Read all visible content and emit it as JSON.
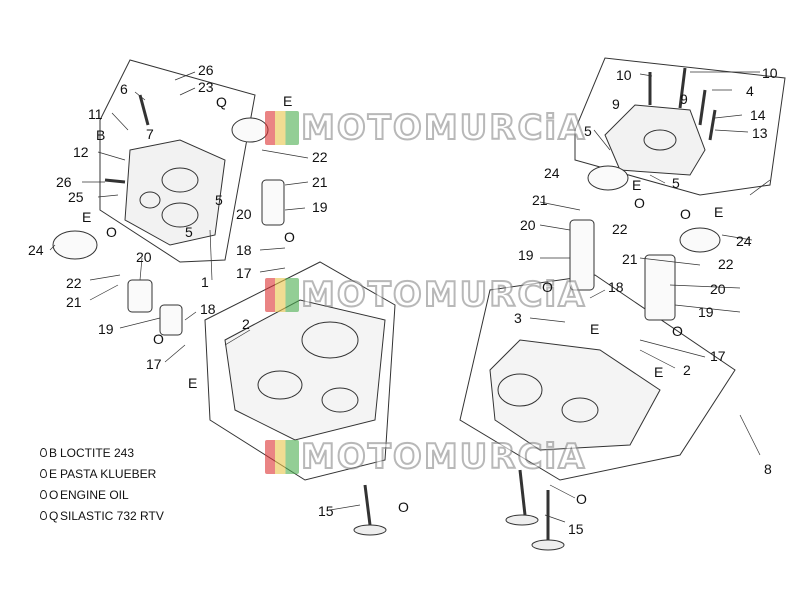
{
  "watermark": "MOTOMURCiA",
  "callouts": [
    {
      "id": "c26a",
      "label": "26"
    },
    {
      "id": "c23",
      "label": "23"
    },
    {
      "id": "c6",
      "label": "6"
    },
    {
      "id": "cQ1",
      "label": "Q"
    },
    {
      "id": "cE1",
      "label": "E"
    },
    {
      "id": "c11",
      "label": "11"
    },
    {
      "id": "cB",
      "label": "B"
    },
    {
      "id": "c7",
      "label": "7"
    },
    {
      "id": "c12",
      "label": "12"
    },
    {
      "id": "c22a",
      "label": "22"
    },
    {
      "id": "c21a",
      "label": "21"
    },
    {
      "id": "c26b",
      "label": "26"
    },
    {
      "id": "c25",
      "label": "25"
    },
    {
      "id": "c5a",
      "label": "5"
    },
    {
      "id": "c20a",
      "label": "20"
    },
    {
      "id": "c19a",
      "label": "19"
    },
    {
      "id": "cE2",
      "label": "E"
    },
    {
      "id": "cO1",
      "label": "O"
    },
    {
      "id": "c5b",
      "label": "5"
    },
    {
      "id": "c18a",
      "label": "18"
    },
    {
      "id": "cO2",
      "label": "O"
    },
    {
      "id": "c24a",
      "label": "24"
    },
    {
      "id": "c17a",
      "label": "17"
    },
    {
      "id": "c20b",
      "label": "20"
    },
    {
      "id": "c22b",
      "label": "22"
    },
    {
      "id": "c1",
      "label": "1"
    },
    {
      "id": "c21b",
      "label": "21"
    },
    {
      "id": "c18b",
      "label": "18"
    },
    {
      "id": "c2a",
      "label": "2"
    },
    {
      "id": "c19b",
      "label": "19"
    },
    {
      "id": "cO3",
      "label": "O"
    },
    {
      "id": "c17b",
      "label": "17"
    },
    {
      "id": "cE3",
      "label": "E"
    },
    {
      "id": "c15a",
      "label": "15"
    },
    {
      "id": "cO4",
      "label": "O"
    },
    {
      "id": "c10a",
      "label": "10"
    },
    {
      "id": "c10b",
      "label": "10"
    },
    {
      "id": "c9a",
      "label": "9"
    },
    {
      "id": "c9b",
      "label": "9"
    },
    {
      "id": "c4",
      "label": "4"
    },
    {
      "id": "c14",
      "label": "14"
    },
    {
      "id": "c5c",
      "label": "5"
    },
    {
      "id": "c13",
      "label": "13"
    },
    {
      "id": "c5d",
      "label": "5"
    },
    {
      "id": "c24b",
      "label": "24"
    },
    {
      "id": "cE4",
      "label": "E"
    },
    {
      "id": "cO5",
      "label": "O"
    },
    {
      "id": "c21c",
      "label": "21"
    },
    {
      "id": "c22c",
      "label": "22"
    },
    {
      "id": "cO6",
      "label": "O"
    },
    {
      "id": "cE5",
      "label": "E"
    },
    {
      "id": "c20c",
      "label": "20"
    },
    {
      "id": "c24c",
      "label": "24"
    },
    {
      "id": "c19c",
      "label": "19"
    },
    {
      "id": "c21d",
      "label": "21"
    },
    {
      "id": "c22d",
      "label": "22"
    },
    {
      "id": "cO7",
      "label": "O"
    },
    {
      "id": "c18c",
      "label": "18"
    },
    {
      "id": "c20d",
      "label": "20"
    },
    {
      "id": "c3",
      "label": "3"
    },
    {
      "id": "cE6",
      "label": "E"
    },
    {
      "id": "c19d",
      "label": "19"
    },
    {
      "id": "cO8",
      "label": "O"
    },
    {
      "id": "c17c",
      "label": "17"
    },
    {
      "id": "cE7",
      "label": "E"
    },
    {
      "id": "c2b",
      "label": "2"
    },
    {
      "id": "c8",
      "label": "8"
    },
    {
      "id": "cO9",
      "label": "O"
    },
    {
      "id": "c15b",
      "label": "15"
    }
  ],
  "legend": [
    {
      "code": "B",
      "text": "LOCTITE 243"
    },
    {
      "code": "E",
      "text": "PASTA KLUEBER"
    },
    {
      "code": "O",
      "text": "ENGINE OIL"
    },
    {
      "code": "Q",
      "text": "SILASTIC 732 RTV"
    }
  ]
}
